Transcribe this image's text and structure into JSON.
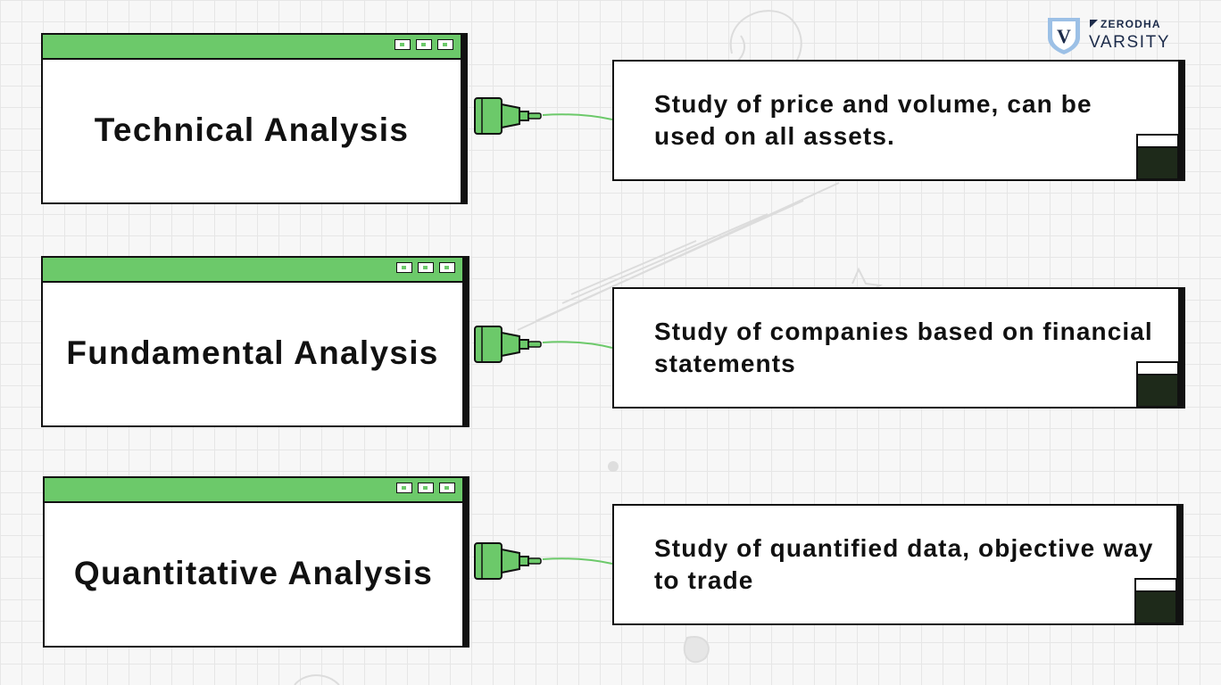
{
  "brand": {
    "company": "ZERODHA",
    "product": "VARSITY",
    "shield_letter": "V"
  },
  "colors": {
    "accent_green": "#6cc96a",
    "dark_block": "#1e2a1a",
    "outline": "#111111"
  },
  "rows": [
    {
      "title": "Technical Analysis",
      "description": "Study of price and volume,  can be used on all assets."
    },
    {
      "title": "Fundamental Analysis",
      "description": "Study of companies based on financial statements"
    },
    {
      "title": "Quantitative Analysis",
      "description": "Study of quantified data, objective way to trade"
    }
  ]
}
